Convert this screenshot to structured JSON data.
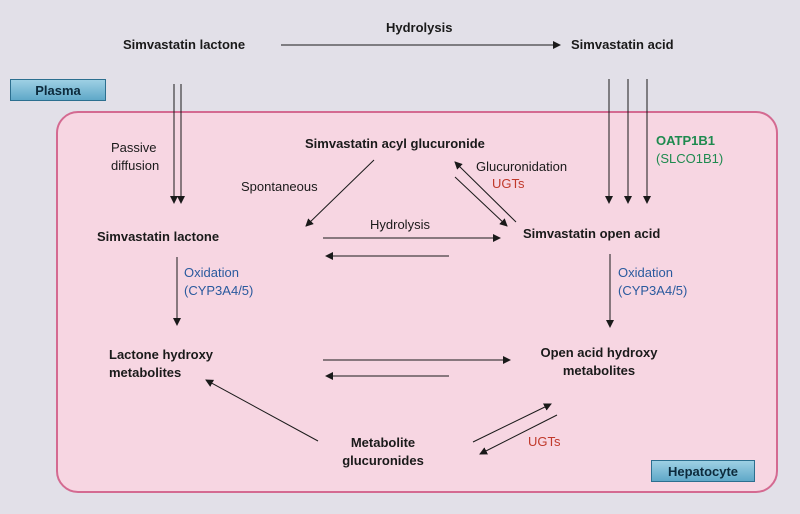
{
  "regions": {
    "plasma": "Plasma",
    "hepatocyte": "Hepatocyte"
  },
  "nodes": {
    "plasma_lactone": "Simvastatin lactone",
    "plasma_acid": "Simvastatin acid",
    "acyl_glucuronide": "Simvastatin acyl glucuronide",
    "hep_lactone": "Simvastatin lactone",
    "open_acid": "Simvastatin open acid",
    "lactone_hydroxy_line1": "Lactone hydroxy",
    "lactone_hydroxy_line2": "metabolites",
    "open_acid_hydroxy_line1": "Open acid hydroxy",
    "open_acid_hydroxy_line2": "metabolites",
    "metabolite_gluc_line1": "Metabolite",
    "metabolite_gluc_line2": "glucuronides"
  },
  "processes": {
    "hydrolysis_top": "Hydrolysis",
    "passive_line1": "Passive",
    "passive_line2": "diffusion",
    "spontaneous": "Spontaneous",
    "glucuronidation": "Glucuronidation",
    "ugts_upper": "UGTs",
    "hydrolysis_mid": "Hydrolysis",
    "oxidation_left_line1": "Oxidation",
    "oxidation_left_line2": "(CYP3A4/5)",
    "oxidation_right_line1": "Oxidation",
    "oxidation_right_line2": "(CYP3A4/5)",
    "oatp": "OATP1B1",
    "slco": "(SLCO1B1)",
    "ugts_lower": "UGTs"
  },
  "colors": {
    "enzyme": "#2a5a9e",
    "ugt": "#c0392b",
    "transporter": "#1e8a4f",
    "cell": "#f7d6e2",
    "cell_border": "#d46a91"
  }
}
